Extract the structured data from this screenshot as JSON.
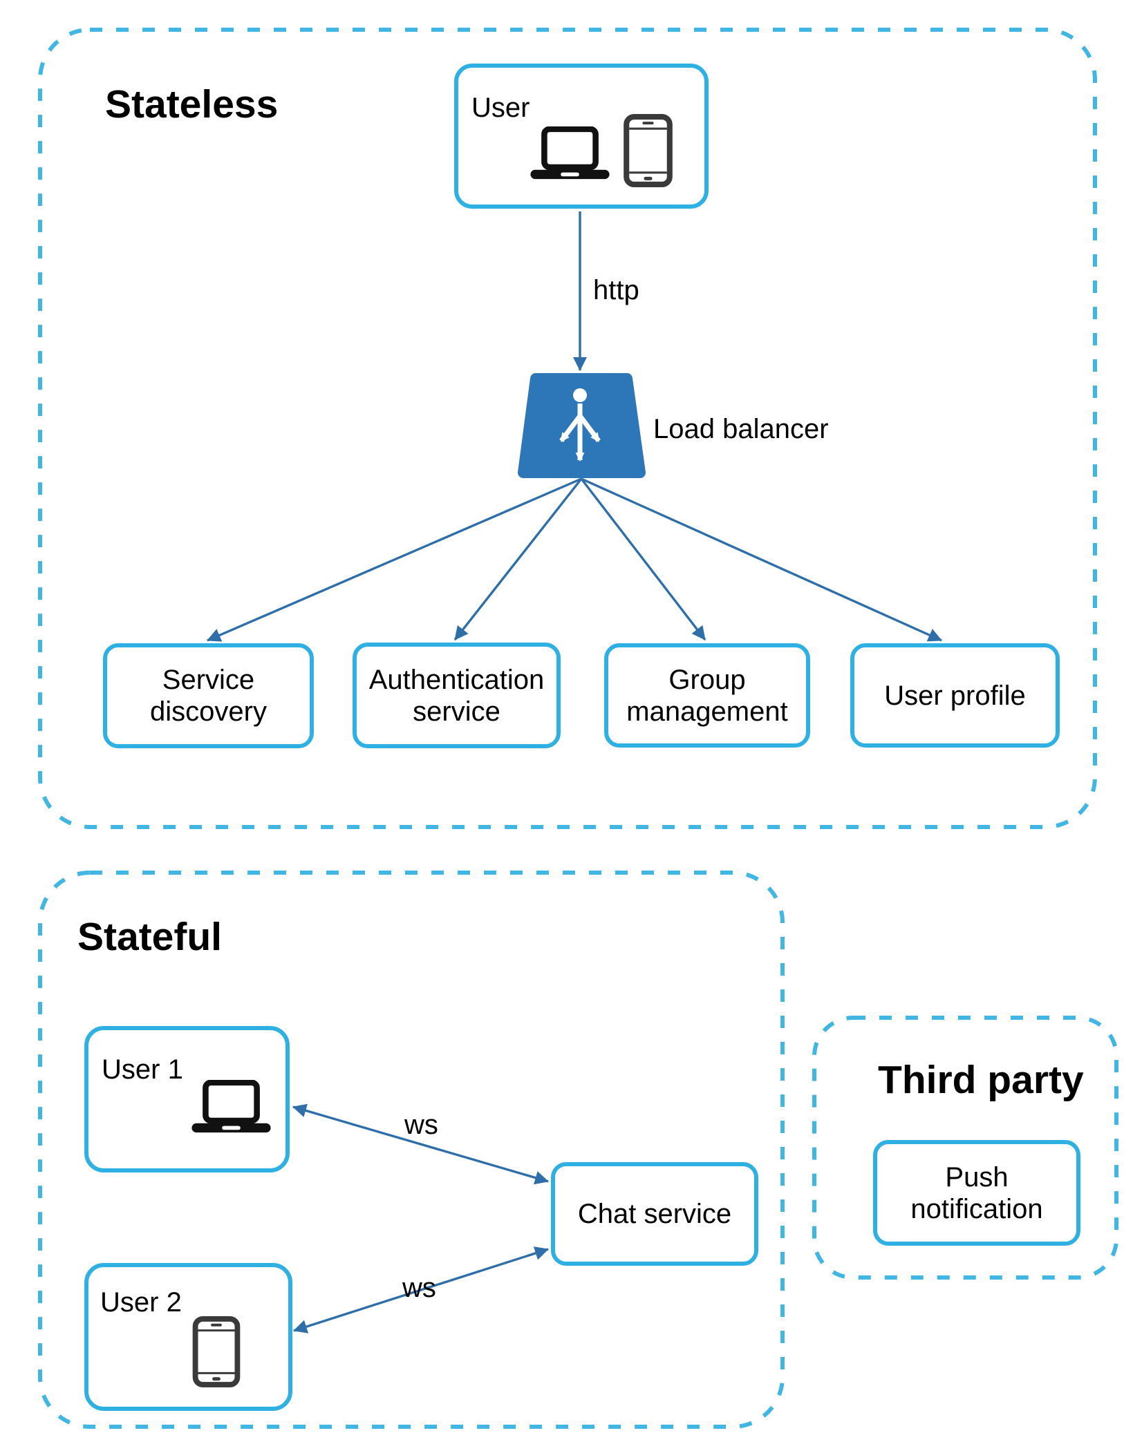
{
  "colors": {
    "section_dashed_border": "#41b6e2",
    "node_border": "#2fb0e2",
    "arrow": "#2e6ea9",
    "load_balancer_fill": "#2d76b8",
    "text": "#000000",
    "laptop_icon": "#111111",
    "smartphone_icon": "#3a3a3a",
    "background": "#ffffff"
  },
  "sections": {
    "stateless": {
      "title": "Stateless"
    },
    "stateful": {
      "title": "Stateful"
    },
    "third_party": {
      "title": "Third party"
    }
  },
  "nodes": {
    "user": {
      "label": "User",
      "icons": [
        "laptop-icon",
        "smartphone-icon"
      ]
    },
    "load_balancer": {
      "label": "Load balancer",
      "icon": "load-balancer-icon"
    },
    "service_discovery": {
      "lines": [
        "Service",
        "discovery"
      ]
    },
    "authentication_service": {
      "lines": [
        "Authentication",
        "service"
      ]
    },
    "group_management": {
      "lines": [
        "Group",
        "management"
      ]
    },
    "user_profile": {
      "lines": [
        "User profile"
      ]
    },
    "user1": {
      "label": "User 1",
      "icon": "laptop-icon"
    },
    "user2": {
      "label": "User 2",
      "icon": "smartphone-icon"
    },
    "chat_service": {
      "label": "Chat service"
    },
    "push_notification": {
      "lines": [
        "Push",
        "notification"
      ]
    }
  },
  "edges": {
    "user_to_load_balancer": {
      "label": "http",
      "from": "user",
      "to": "load_balancer",
      "bidirectional": false
    },
    "lb_to_service_discovery": {
      "from": "load_balancer",
      "to": "service_discovery"
    },
    "lb_to_authentication": {
      "from": "load_balancer",
      "to": "authentication_service"
    },
    "lb_to_group_management": {
      "from": "load_balancer",
      "to": "group_management"
    },
    "lb_to_user_profile": {
      "from": "load_balancer",
      "to": "user_profile"
    },
    "user1_to_chat": {
      "label": "ws",
      "from": "user1",
      "to": "chat_service",
      "bidirectional": true
    },
    "user2_to_chat": {
      "label": "ws",
      "from": "user2",
      "to": "chat_service",
      "bidirectional": true
    }
  }
}
